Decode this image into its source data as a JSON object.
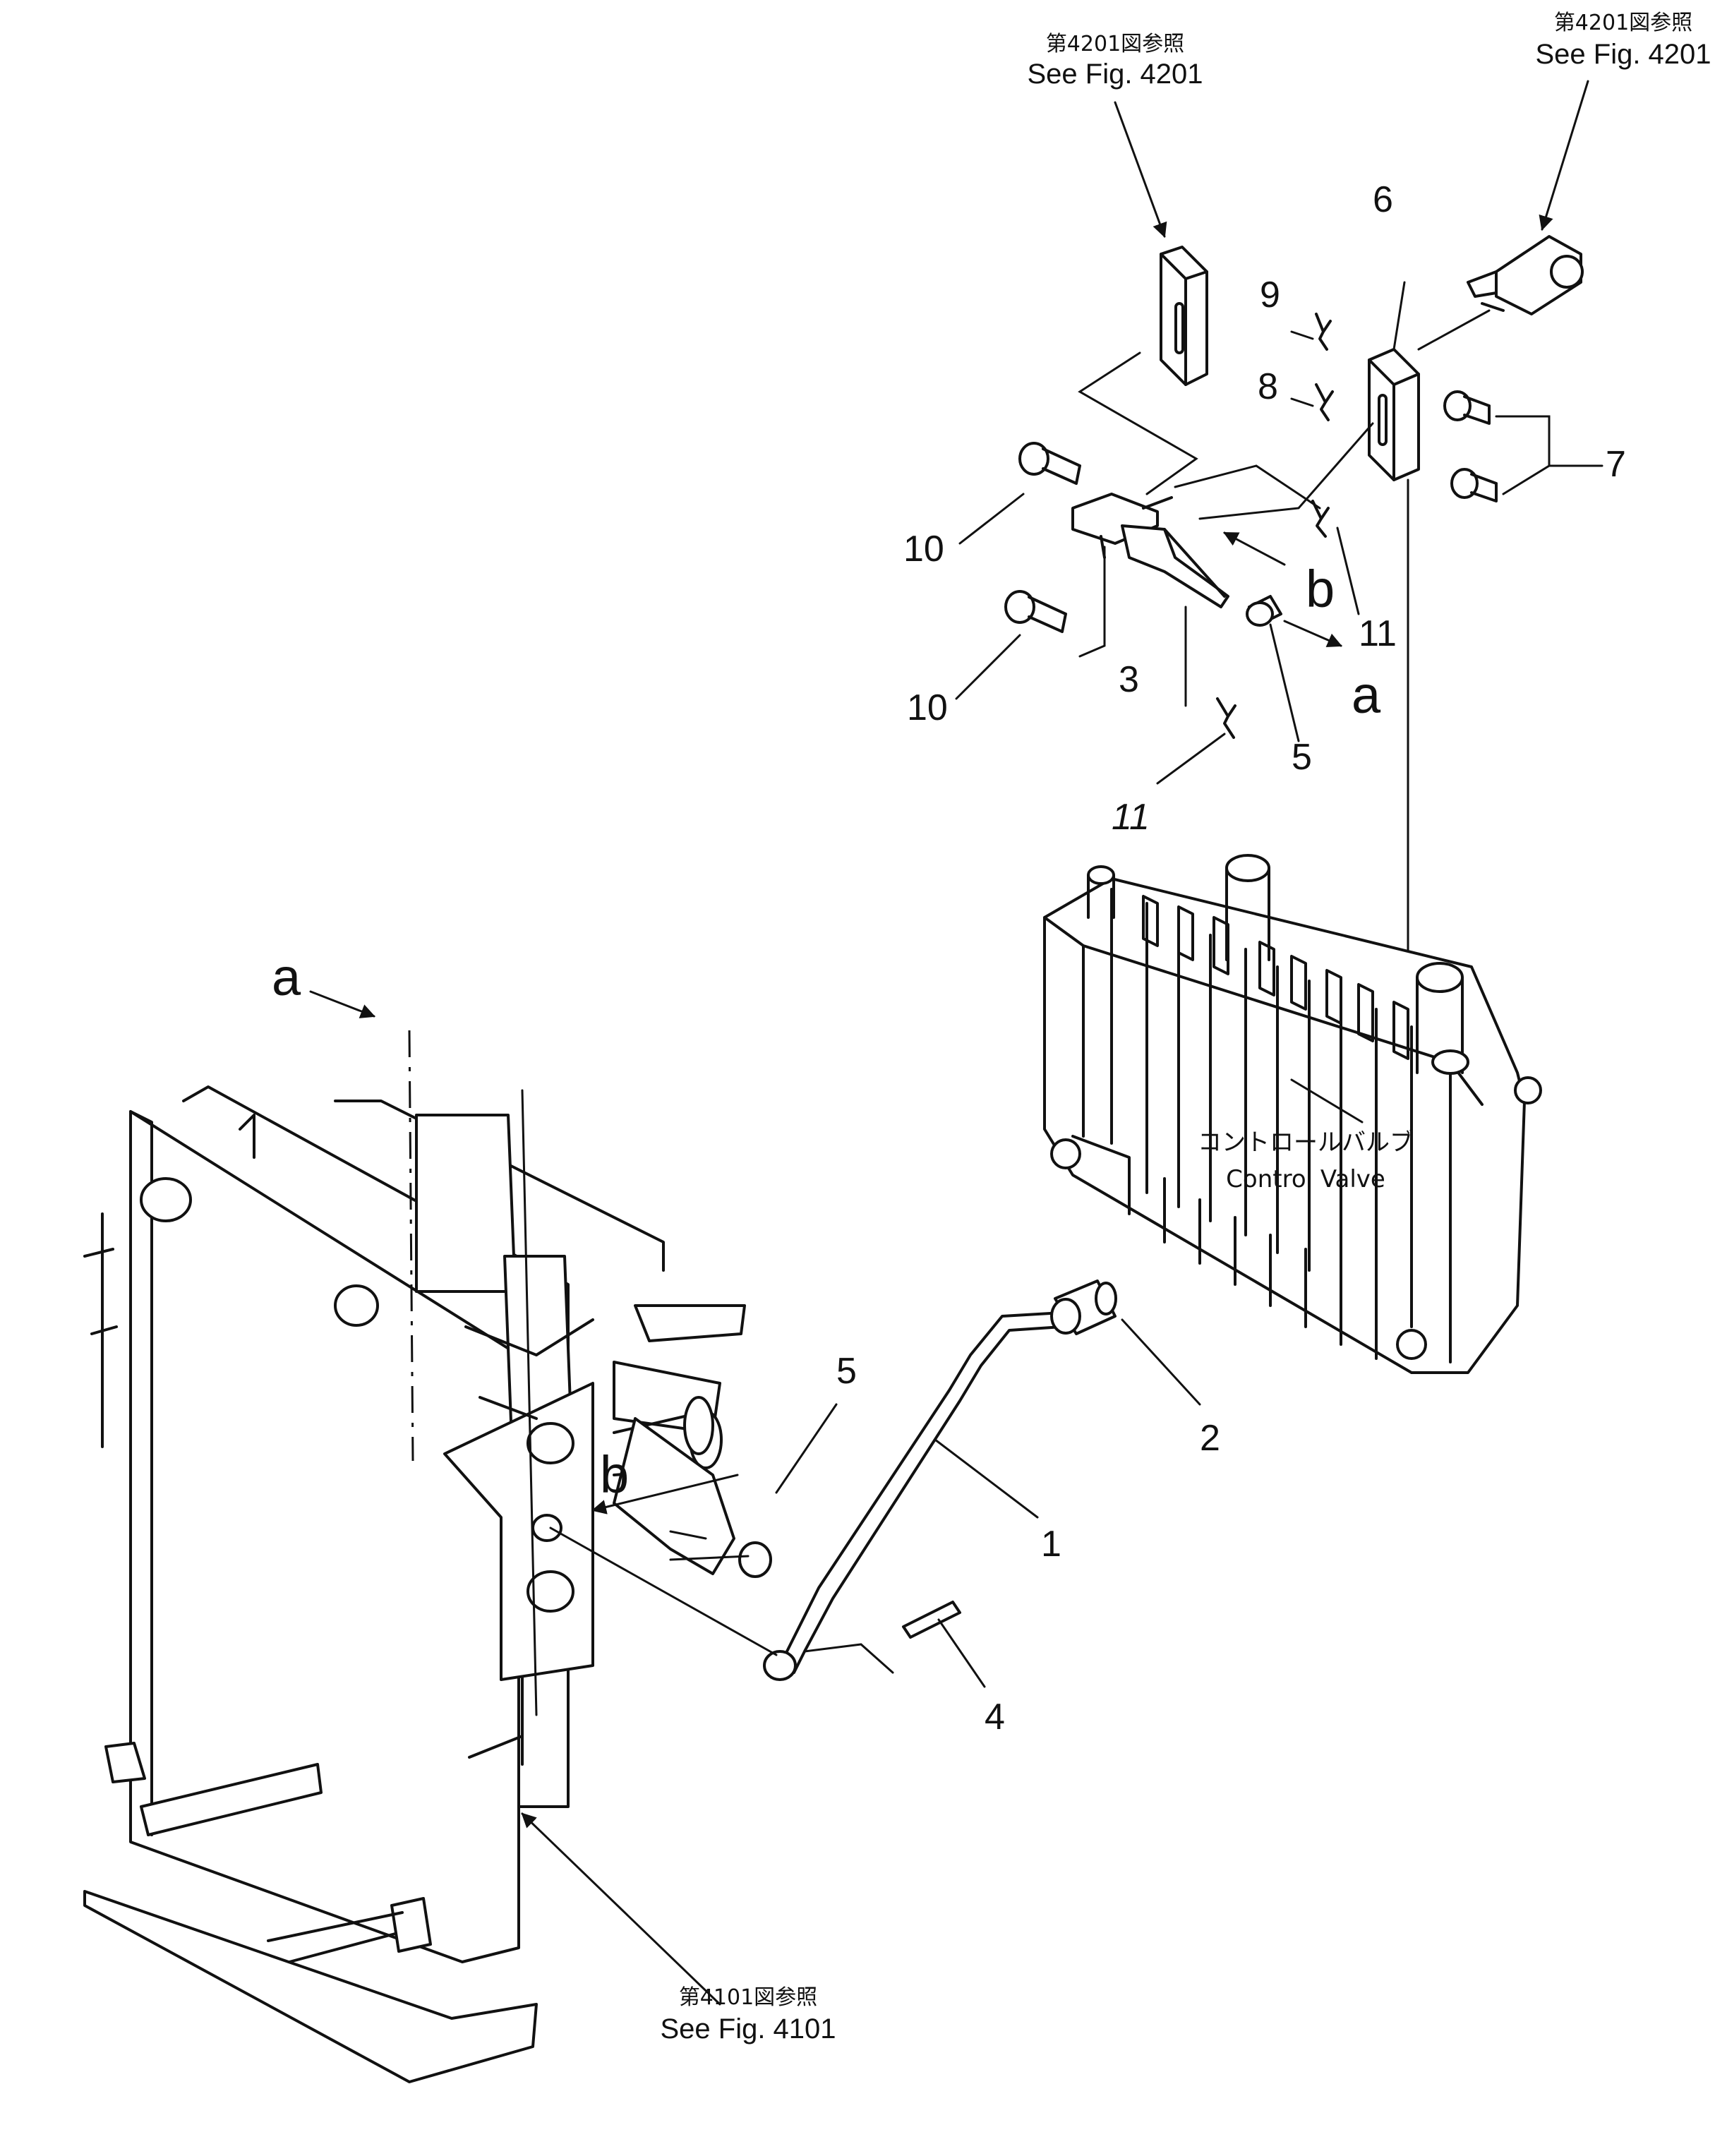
{
  "references": {
    "top_left": {
      "jp": "第4201図参照",
      "en": "See Fig. 4201"
    },
    "top_right": {
      "jp": "第4201図参照",
      "en": "See Fig. 4201"
    },
    "bottom": {
      "jp": "第4101図参照",
      "en": "See Fig. 4101"
    }
  },
  "control_valve": {
    "jp": "コントロールバルブ",
    "en": "Control Valve"
  },
  "callouts": {
    "n1": "1",
    "n2": "2",
    "n3": "3",
    "n4": "4",
    "n5_upper": "5",
    "n5_lower": "5",
    "n6": "6",
    "n7": "7",
    "n8": "8",
    "n9": "9",
    "n10_upper": "10",
    "n10_lower": "10",
    "n11_upper": "11",
    "n11_lower": "11"
  },
  "connection_letters": {
    "a_upper": "a",
    "b_upper": "b",
    "a_lower": "a",
    "b_lower": "b"
  }
}
